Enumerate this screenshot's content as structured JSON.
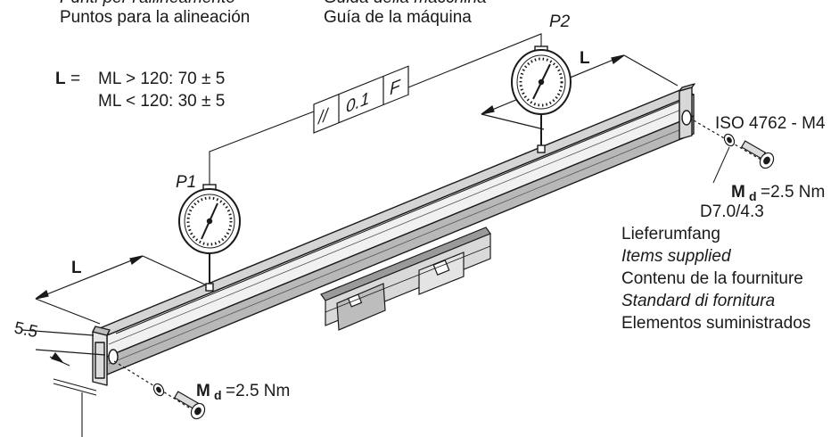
{
  "top_labels": {
    "left_line1": "Punti per l'allineamento",
    "left_line2": "Puntos para la alineación",
    "right_line1": "Guida della macchina",
    "right_line2": "Guía de la máquina"
  },
  "gauges": {
    "p1": "P1",
    "p2": "P2"
  },
  "dimension_L": {
    "symbol": "L",
    "equals": "=",
    "row1": "ML > 120: 70 ± 5",
    "row2": "ML < 120: 30 ± 5"
  },
  "tolerance_frame": {
    "symbol": "//",
    "value": "0.1",
    "datum": "F"
  },
  "dimension_5_5": "5.5",
  "screw_spec": "ISO 4762 - M4",
  "torque": {
    "symbol": "M",
    "subscript": "d",
    "value": "=2.5 Nm"
  },
  "washer": "D7.0/4.3",
  "items_supplied": [
    "Lieferumfang",
    "Items supplied",
    "Contenu de la fourniture",
    "Standard di fornitura",
    "Elementos suministrados"
  ],
  "colors": {
    "line": "#1a1a1a",
    "body_light": "#eeeeee",
    "body_mid": "#c8c8c8",
    "body_dark": "#7a7a7a"
  }
}
